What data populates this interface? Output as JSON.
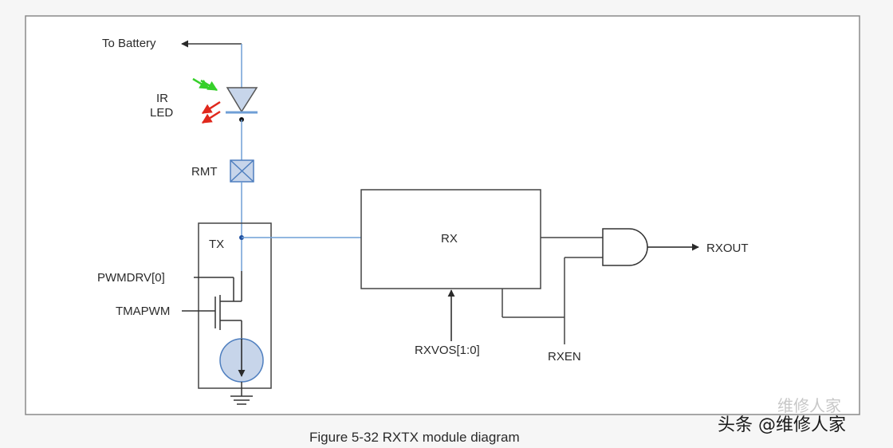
{
  "labels": {
    "to_battery": "To Battery",
    "ir": "IR",
    "led": "LED",
    "rmt": "RMT",
    "tx": "TX",
    "pwmdrv": "PWMDRV[0]",
    "tmapwm": "TMAPWM",
    "rx": "RX",
    "rxout": "RXOUT",
    "rxvos": "RXVOS[1:0]",
    "rxen": "RXEN"
  },
  "caption": "Figure 5-32 RXTX module diagram",
  "watermark": {
    "line1": "维修人家",
    "line2": "头条 @维修人家"
  },
  "colors": {
    "wire_blue": "#6f9fd6",
    "wire_dark": "#4a4a4a",
    "led_fill": "#c7d5ea",
    "arrow_green": "#36d02a",
    "arrow_red": "#e0281c"
  }
}
